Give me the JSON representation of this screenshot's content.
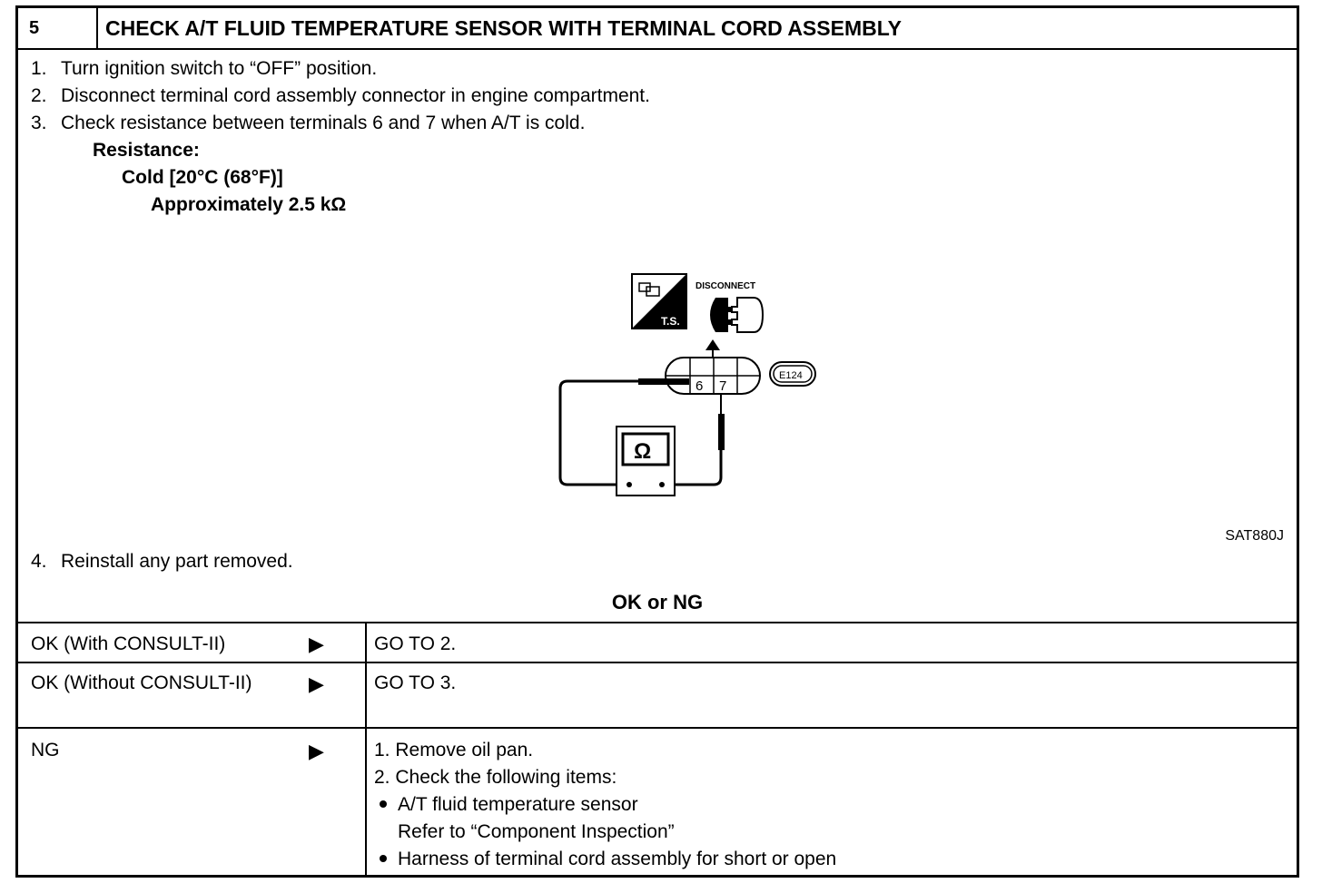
{
  "header": {
    "step_number": "5",
    "title": "CHECK A/T FLUID TEMPERATURE SENSOR WITH TERMINAL CORD ASSEMBLY"
  },
  "procedure": {
    "steps": [
      {
        "num": "1.",
        "text": "Turn ignition switch to “OFF” position."
      },
      {
        "num": "2.",
        "text": "Disconnect terminal cord assembly connector in engine compartment."
      },
      {
        "num": "3.",
        "text": "Check resistance between terminals 6 and 7 when A/T is cold."
      }
    ],
    "spec_label": "Resistance:",
    "spec_condition": "Cold [20°C (68°F)]",
    "spec_value": "Approximately 2.5 kΩ",
    "step4_num": "4.",
    "step4_text": "Reinstall any part removed."
  },
  "diagram": {
    "disconnect_label": "DISCONNECT",
    "ts_label": "T.S.",
    "terminal_6": "6",
    "terminal_7": "7",
    "connector_id": "E124",
    "meter_symbol": "Ω",
    "figure_id": "SAT880J"
  },
  "result": {
    "heading": "OK or NG",
    "rows": [
      {
        "condition": "OK (With CONSULT-II)",
        "action": "GO TO 2."
      },
      {
        "condition": "OK (Without CONSULT-II)",
        "action": "GO TO 3."
      },
      {
        "condition": "NG",
        "action_1": "1.  Remove oil pan.",
        "action_2": "2.  Check the following items:",
        "item_1": "A/T fluid temperature sensor",
        "item_1_sub": "Refer to “Component Inspection”",
        "item_2": "Harness of terminal cord assembly for short or open"
      }
    ],
    "arrow_glyph": "▶"
  }
}
